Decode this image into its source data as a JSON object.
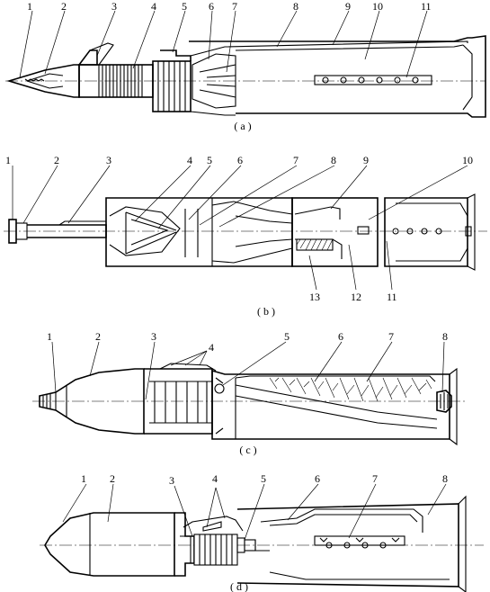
{
  "figures": [
    {
      "caption": "( a )",
      "labels": [
        "1",
        "2",
        "3",
        "4",
        "5",
        "6",
        "7",
        "8",
        "9",
        "10",
        "11"
      ]
    },
    {
      "caption": "( b )",
      "labels": [
        "1",
        "2",
        "3",
        "4",
        "5",
        "6",
        "7",
        "8",
        "9",
        "10",
        "11",
        "12",
        "13"
      ]
    },
    {
      "caption": "( c )",
      "labels": [
        "1",
        "2",
        "3",
        "4",
        "5",
        "6",
        "7",
        "8"
      ]
    },
    {
      "caption": "( d )",
      "labels": [
        "1",
        "2",
        "3",
        "4",
        "5",
        "6",
        "7",
        "8"
      ]
    }
  ]
}
